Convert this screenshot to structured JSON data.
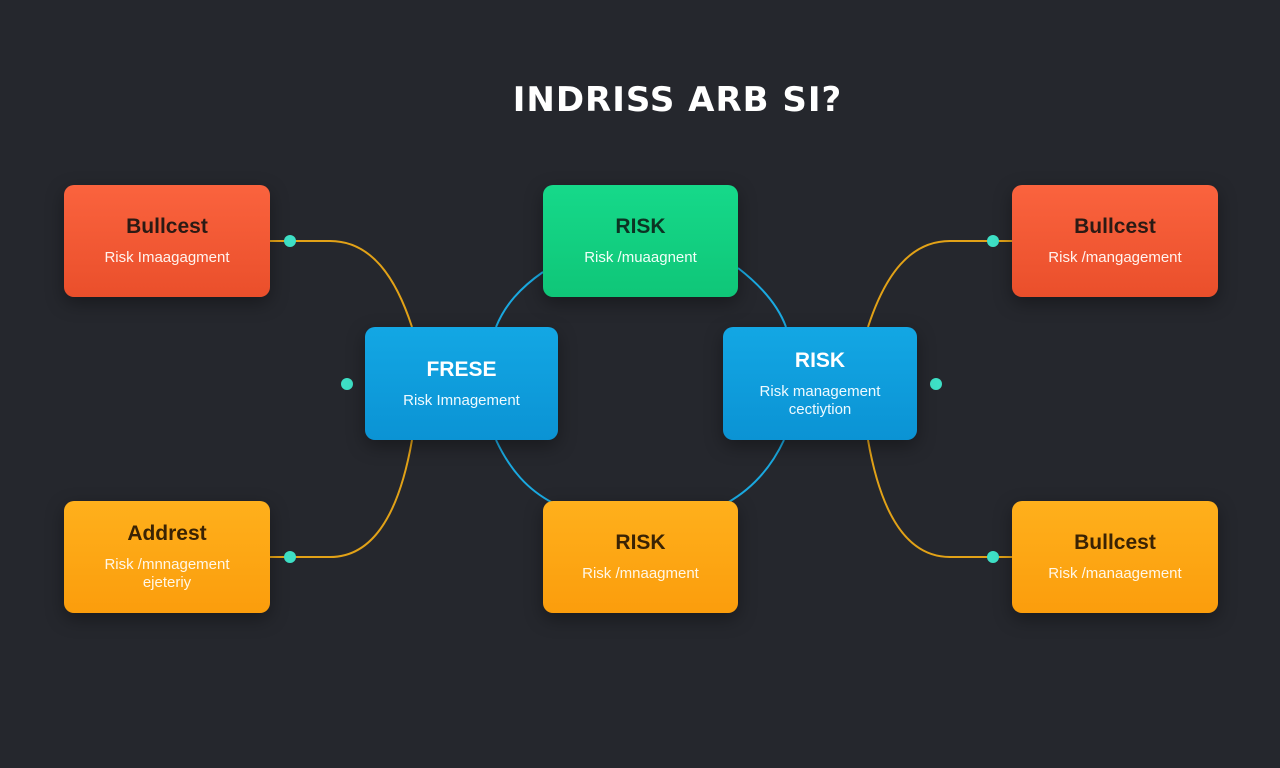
{
  "title": "INDRISS ARB SI?",
  "colors": {
    "background": "#25272d",
    "orange": "#f25a35",
    "green": "#14d183",
    "blue": "#0f9fdd",
    "yellow": "#fda614",
    "connector_gold": "#e2a217",
    "connector_blue": "#1aa9e0",
    "dot": "#3ee0c6"
  },
  "nodes": {
    "top_left": {
      "heading": "Bullcest",
      "text": "Risk Imaagagment"
    },
    "top_center": {
      "heading": "RISK",
      "text": "Risk /muaagnent"
    },
    "top_right": {
      "heading": "Bullcest",
      "text": "Risk /mangagement"
    },
    "mid_left": {
      "heading": "FRESE",
      "text": "Risk Imnagement"
    },
    "mid_right": {
      "heading": "RISK",
      "text": "Risk management",
      "text2": "cectiytion"
    },
    "bottom_left": {
      "heading": "Addrest",
      "text": "Risk /mnnagement",
      "text2": "ejeteriy"
    },
    "bottom_center": {
      "heading": "RISK",
      "text": "Risk /mnaagment"
    },
    "bottom_right": {
      "heading": "Bullcest",
      "text": "Risk /manaagement"
    }
  }
}
